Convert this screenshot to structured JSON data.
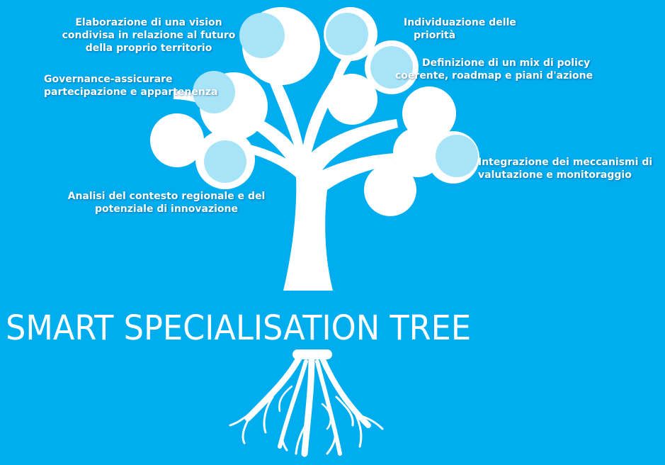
{
  "title": "SMART SPECIALISATION TREE",
  "colors": {
    "background": "#00adef",
    "tree": "#ffffff",
    "node_accent": "#a8e4f8"
  },
  "labels": {
    "vision": [
      "Elaborazione di una vision",
      "condivisa in relazione al futuro",
      "della proprio territorio"
    ],
    "governance": [
      "Governance-assicurare",
      "partecipazione e appartenenza"
    ],
    "analisi": [
      "Analisi del contesto regionale e del",
      "potenziale di innovazione"
    ],
    "priorita": [
      "Individuazione delle",
      "priorità"
    ],
    "policy": [
      "Definizione di un mix di policy",
      "coerente, roadmap  e piani d'azione"
    ],
    "integrazione": [
      "Integrazione dei meccanismi di",
      "valutazione e monitoraggio"
    ]
  }
}
